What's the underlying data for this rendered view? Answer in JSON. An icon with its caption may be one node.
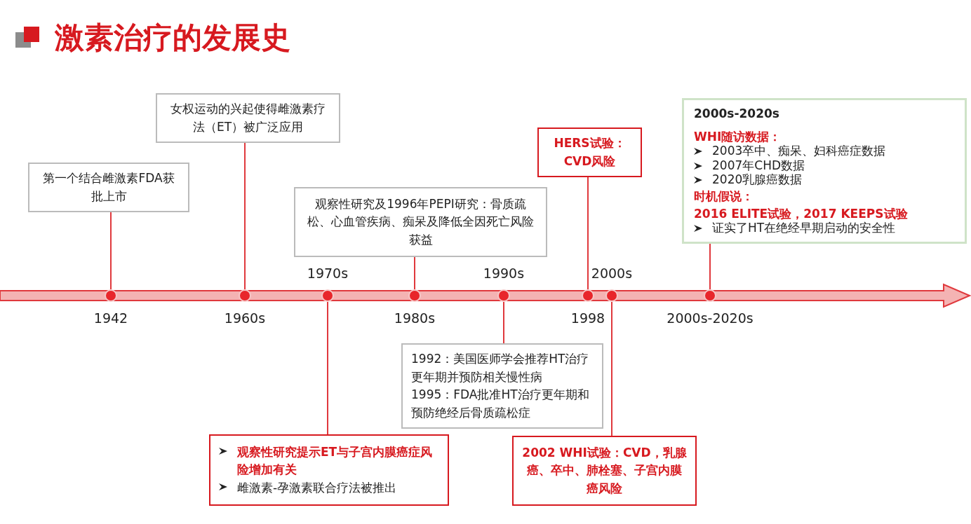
{
  "diagram": {
    "title": "激素治疗的发展史",
    "nodes": [
      {
        "text": [
          "第一个结合雌激素FDA获批上市"
        ]
      },
      {
        "text": [
          "女权运动的兴起使得雌激素疗法（ET）被广泛应用"
        ]
      },
      {
        "text": [
          "观察性研究及1996年PEPI研究：骨质疏松、心血管疾病、痴呆及降低全因死亡风险获益"
        ]
      },
      {
        "text": [
          "HERS试验：CVD风险"
        ]
      },
      {
        "text": [
          "2000s-2020s",
          "WHI随访数据：",
          "2003卒中、痴呆、妇科癌症数据",
          "2007年CHD数据",
          "2020乳腺癌数据",
          "时机假说：",
          "2016 ELITE试验，2017 KEEPS试验",
          "证实了HT在绝经早期启动的安全性"
        ]
      },
      {
        "text": [
          "1992：美国医师学会推荐HT治疗更年期并预防相关慢性病",
          "1995：FDA批准HT治疗更年期和预防绝经后骨质疏松症"
        ]
      },
      {
        "text": [
          "观察性研究提示ET与子宫内膜癌症风险增加有关",
          "雌激素-孕激素联合疗法被推出"
        ]
      },
      {
        "text": [
          "2002 WHI试验：CVD，乳腺癌、卒中、肺栓塞、子宫内膜癌风险"
        ]
      },
      {
        "text": [],
        "shape": "circle",
        "beside": [
          "1942"
        ]
      },
      {
        "text": [],
        "shape": "circle",
        "beside": [
          "1960s"
        ]
      },
      {
        "text": [],
        "shape": "circle",
        "beside": [
          "1970s"
        ]
      },
      {
        "text": [],
        "shape": "circle",
        "beside": [
          "1980s"
        ]
      },
      {
        "text": [],
        "shape": "circle",
        "beside": [
          "1990s"
        ]
      },
      {
        "text": [],
        "shape": "circle",
        "beside": [
          "1998"
        ]
      },
      {
        "text": [],
        "shape": "circle",
        "beside": [
          "2000s"
        ]
      },
      {
        "text": [],
        "shape": "circle",
        "beside": [
          "2000s-2020s"
        ]
      }
    ],
    "edges": [
      {
        "from": 0,
        "to": 8,
        "arrow": "none"
      },
      {
        "from": 1,
        "to": 9,
        "arrow": "none"
      },
      {
        "from": 6,
        "to": 10,
        "arrow": "none"
      },
      {
        "from": 2,
        "to": 11,
        "arrow": "none"
      },
      {
        "from": 5,
        "to": 12,
        "arrow": "none"
      },
      {
        "from": 3,
        "to": 13,
        "arrow": "none"
      },
      {
        "from": 7,
        "to": 14,
        "arrow": "none"
      },
      {
        "from": 4,
        "to": 15,
        "arrow": "none"
      }
    ]
  }
}
